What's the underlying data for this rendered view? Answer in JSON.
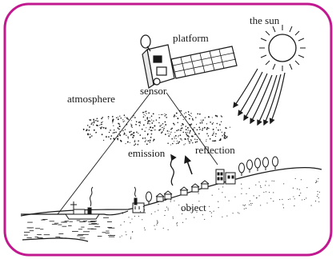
{
  "labels": {
    "sun": "the sun",
    "platform": "platform",
    "sensor": "sensor",
    "atmosphere": "atmosphere",
    "emission": "emission",
    "reflection": "reflection",
    "object": "object"
  },
  "colors": {
    "frame": "#c2188f",
    "ink": "#1a1a1a",
    "background": "#ffffff"
  }
}
